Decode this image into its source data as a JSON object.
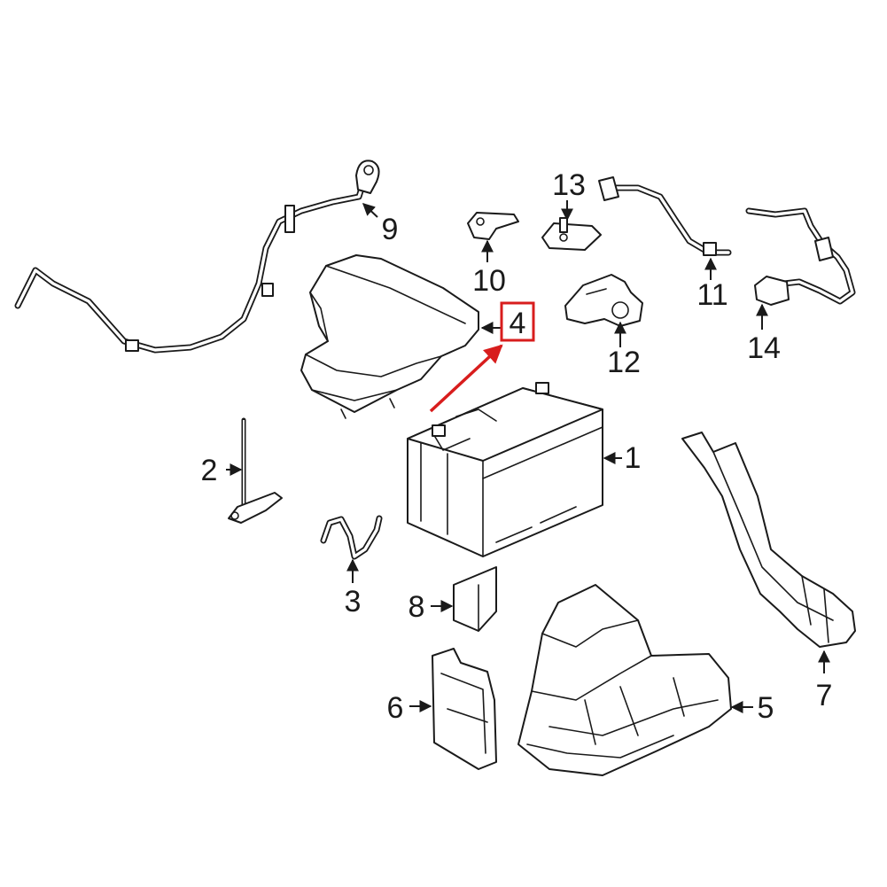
{
  "callouts": {
    "c1": "1",
    "c2": "2",
    "c3": "3",
    "c4": "4",
    "c5": "5",
    "c6": "6",
    "c7": "7",
    "c8": "8",
    "c9": "9",
    "c10": "10",
    "c11": "11",
    "c12": "12",
    "c13": "13",
    "c14": "14"
  },
  "highlight": {
    "part": "4",
    "color": "#d81d1d"
  },
  "colors": {
    "line": "#1a1a1a",
    "background": "#ffffff"
  }
}
